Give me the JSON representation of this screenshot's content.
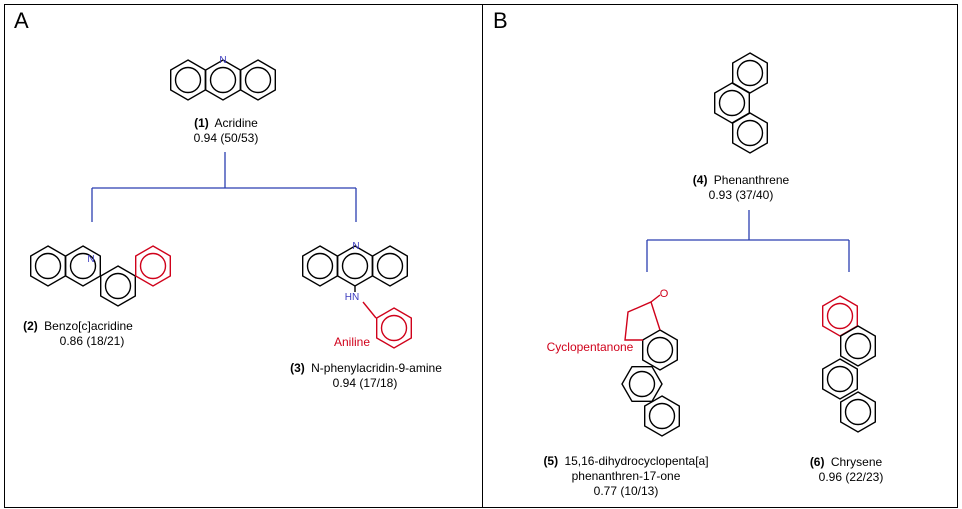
{
  "panel_a": {
    "label": "A",
    "root": {
      "id": "(1)",
      "name": "Acridine",
      "score": "0.94 (50/53)"
    },
    "children": [
      {
        "id": "(2)",
        "name": "Benzo[c]acridine",
        "score": "0.86 (18/21)"
      },
      {
        "id": "(3)",
        "name": "N-phenylacridin-9-amine",
        "score": "0.94 (17/18)",
        "fragment": "Aniline"
      }
    ]
  },
  "panel_b": {
    "label": "B",
    "root": {
      "id": "(4)",
      "name": "Phenanthrene",
      "score": "0.93 (37/40)"
    },
    "children": [
      {
        "id": "(5)",
        "name_line1": "15,16-dihydrocyclopenta[a]",
        "name_line2": "phenanthren-17-one",
        "score": "0.77 (10/13)",
        "fragment": "Cyclopentanone"
      },
      {
        "id": "(6)",
        "name": "Chrysene",
        "score": "0.96 (22/23)"
      }
    ]
  },
  "atoms": {
    "nitrogen": "N",
    "amine": "HN",
    "oxygen": "O"
  },
  "colors": {
    "bond": "#000000",
    "highlight": "#d0021b",
    "tree": "#2b3fb0",
    "hetero": "#3b3bbf"
  }
}
